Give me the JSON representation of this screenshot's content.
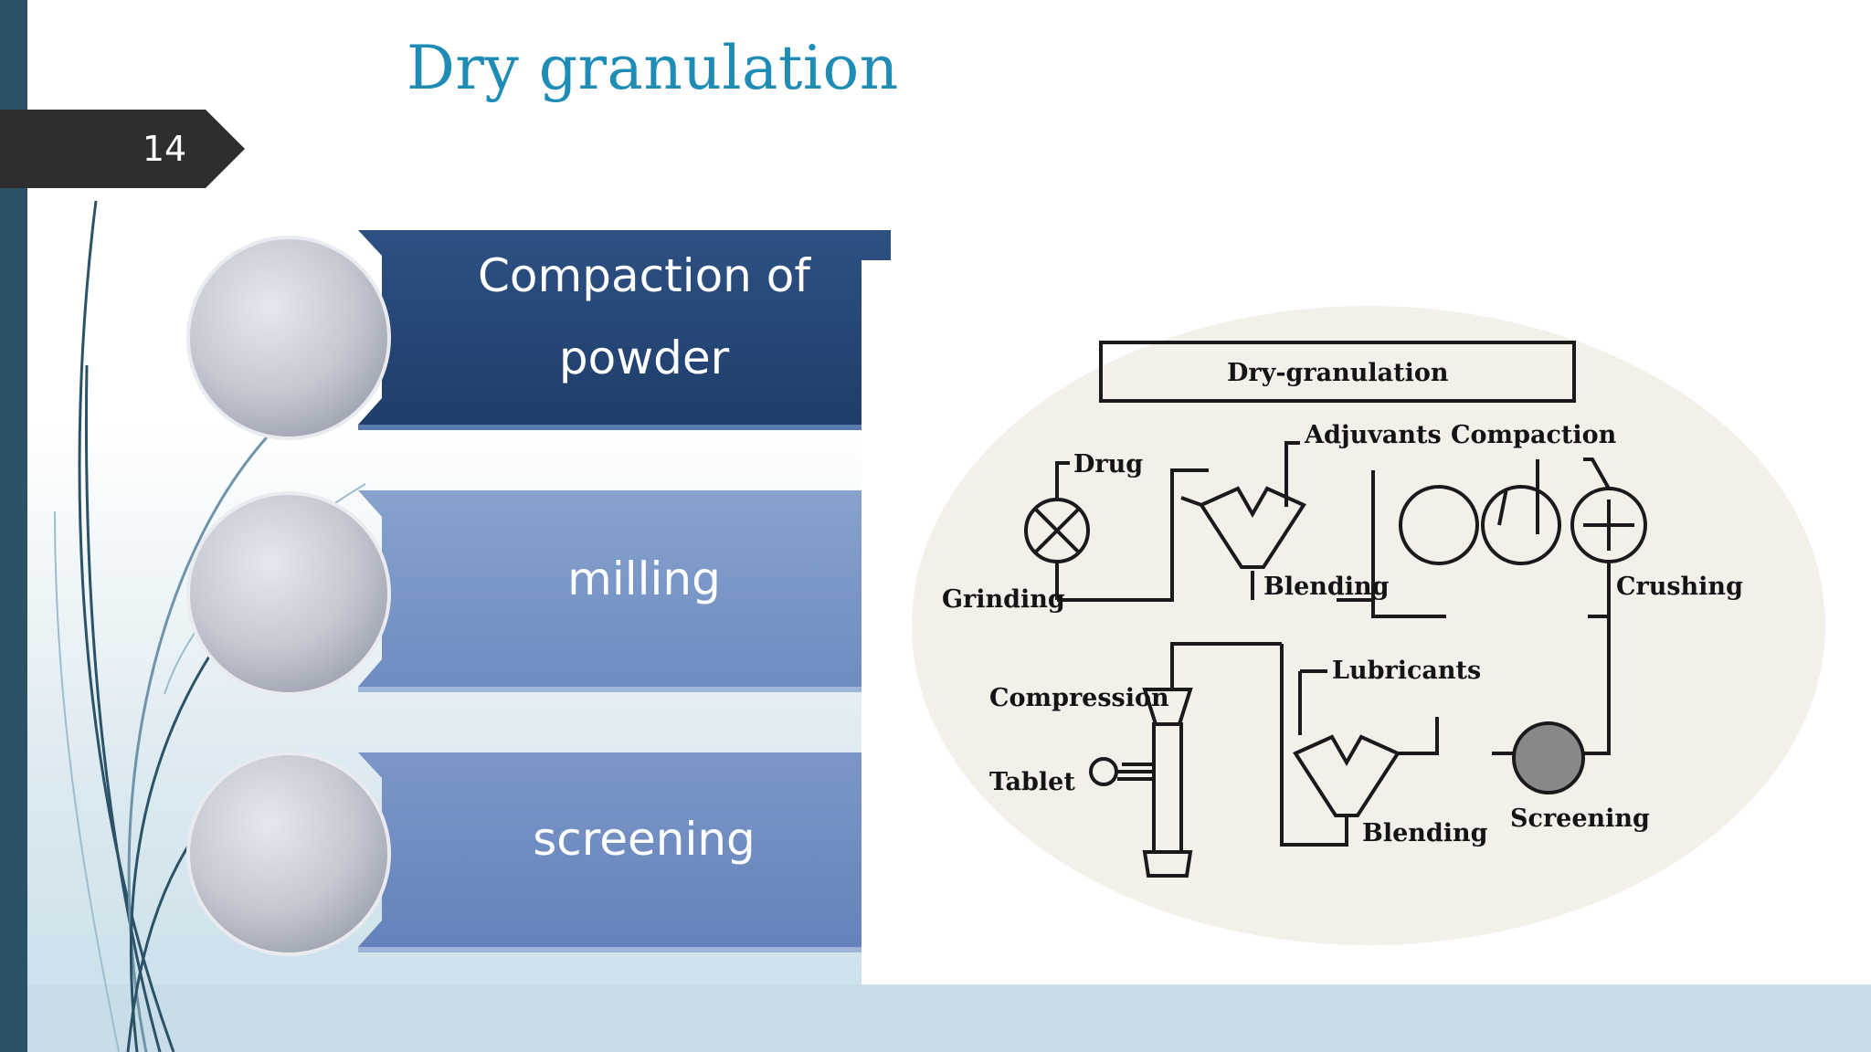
{
  "slide": {
    "title": "Dry granulation",
    "number": "14"
  },
  "steps": [
    {
      "label_line1": "Compaction of",
      "label_line2": "powder"
    },
    {
      "label_line1": "milling"
    },
    {
      "label_line1": "screening"
    }
  ],
  "flowchart": {
    "header": "Dry-granulation",
    "labels": {
      "drug": "Drug",
      "adjuvants": "Adjuvants",
      "compaction": "Compaction",
      "grinding": "Grinding",
      "blending_top": "Blending",
      "crushing": "Crushing",
      "lubricants": "Lubricants",
      "compression": "Compression",
      "tablet": "Tablet",
      "blending_bottom": "Blending",
      "screening": "Screening"
    }
  },
  "colors": {
    "title": "#1e8cb4",
    "left_bar": "#2b5266",
    "step1_fill": "#2a4c7d",
    "step2_fill": "#7a97c6",
    "step3_fill": "#6d89bf",
    "circle": "#c2c6cf"
  }
}
